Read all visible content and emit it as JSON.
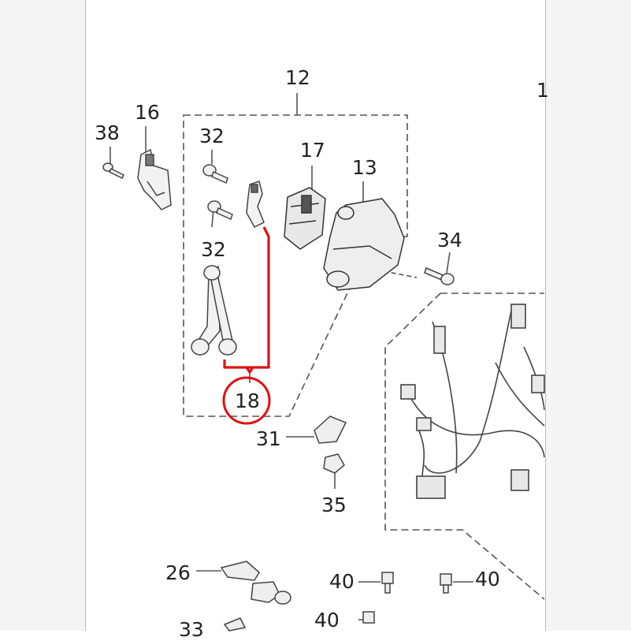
{
  "colors": {
    "line": "#555555",
    "part_fill": "#f2f2f2",
    "part_dark": "#444444",
    "highlight": "#e01010",
    "background": "#ffffff"
  },
  "callouts": {
    "c12": "12",
    "c16": "16",
    "c38": "38",
    "c32_top": "32",
    "c17": "17",
    "c13": "13",
    "c32_mid": "32",
    "c34": "34",
    "c18": "18",
    "c31": "31",
    "c35": "35",
    "c26": "26",
    "c40_a": "40",
    "c40_b": "40",
    "c40_c": "40",
    "c33_partial": "33",
    "edge_partial": "1"
  },
  "highlight": {
    "circled_label": "18"
  }
}
